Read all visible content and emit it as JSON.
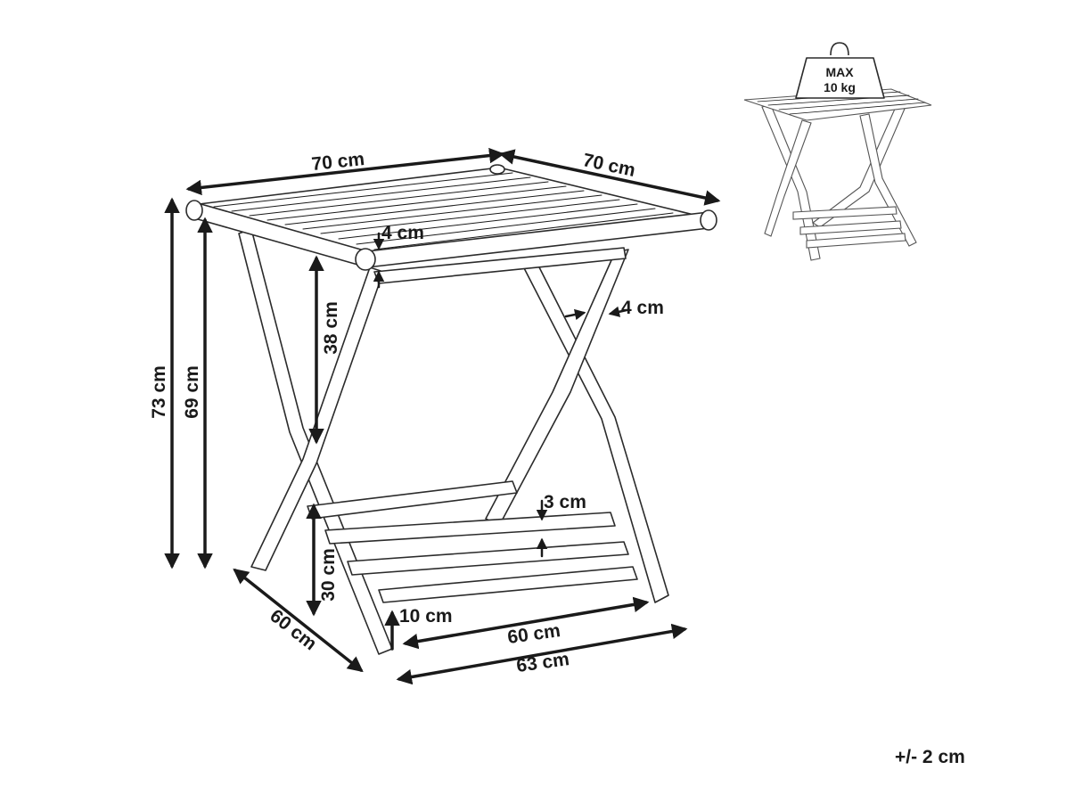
{
  "dimensions": {
    "top_width": "70 cm",
    "top_depth": "70 cm",
    "top_thickness": "4 cm",
    "leg_thickness": "4 cm",
    "apron_to_shelf": "38 cm",
    "total_height": "73 cm",
    "height_to_top": "69 cm",
    "shelf_rail": "3 cm",
    "shelf_height": "30 cm",
    "foot_height": "10 cm",
    "shelf_width": "60 cm",
    "base_depth": "60 cm",
    "base_width": "63 cm"
  },
  "max_load": {
    "line1": "MAX",
    "line2": "10 kg"
  },
  "tolerance": "+/- 2 cm",
  "colors": {
    "ink": "#1a1a1a",
    "background": "#ffffff"
  }
}
